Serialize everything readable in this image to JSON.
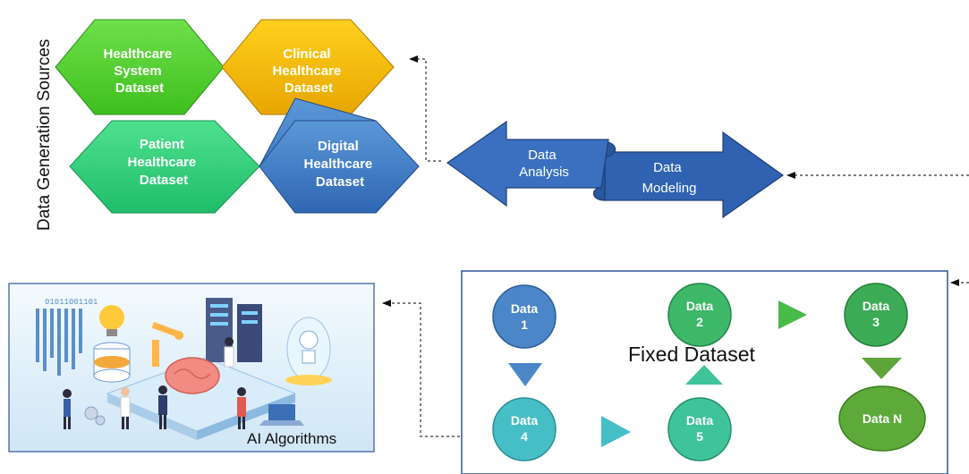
{
  "side_label": "Data Generation Sources",
  "hexagons": [
    {
      "id": "healthcare-system",
      "lines": [
        "Healthcare",
        "System",
        "Dataset"
      ],
      "color": "#4fd12a"
    },
    {
      "id": "clinical",
      "lines": [
        "Clinical",
        "Healthcare",
        "Dataset"
      ],
      "color": "#f0b400"
    },
    {
      "id": "patient",
      "lines": [
        "Patient",
        "Healthcare",
        "Dataset"
      ],
      "color": "#2ed47f"
    },
    {
      "id": "digital",
      "lines": [
        "Digital",
        "Healthcare",
        "Dataset"
      ],
      "color": "#3f7cc8"
    }
  ],
  "analysis_arrow": {
    "left_lines": [
      "Data",
      "Analysis"
    ],
    "right_lines": [
      "Data",
      "Modeling"
    ],
    "color": "#2f62b0"
  },
  "ai_panel": {
    "caption": "AI Algorithms",
    "code_text": "01011001101"
  },
  "fixed_dataset": {
    "title": "Fixed Dataset",
    "nodes": [
      {
        "id": "data-1",
        "lines": [
          "Data",
          "1"
        ],
        "color": "#4a86c8"
      },
      {
        "id": "data-2",
        "lines": [
          "Data",
          "2"
        ],
        "color": "#3cb868"
      },
      {
        "id": "data-3",
        "lines": [
          "Data",
          "3"
        ],
        "color": "#3cab55"
      },
      {
        "id": "data-4",
        "lines": [
          "Data",
          "4"
        ],
        "color": "#45bfc5"
      },
      {
        "id": "data-5",
        "lines": [
          "Data",
          "5"
        ],
        "color": "#3fc39a"
      },
      {
        "id": "data-n",
        "lines": [
          "Data N"
        ],
        "color": "#5daa3a"
      }
    ]
  },
  "colors": {
    "dashed_arrow": "#333333",
    "panel_border": "#2f5597",
    "panel_bg": "#eaf4fc"
  }
}
